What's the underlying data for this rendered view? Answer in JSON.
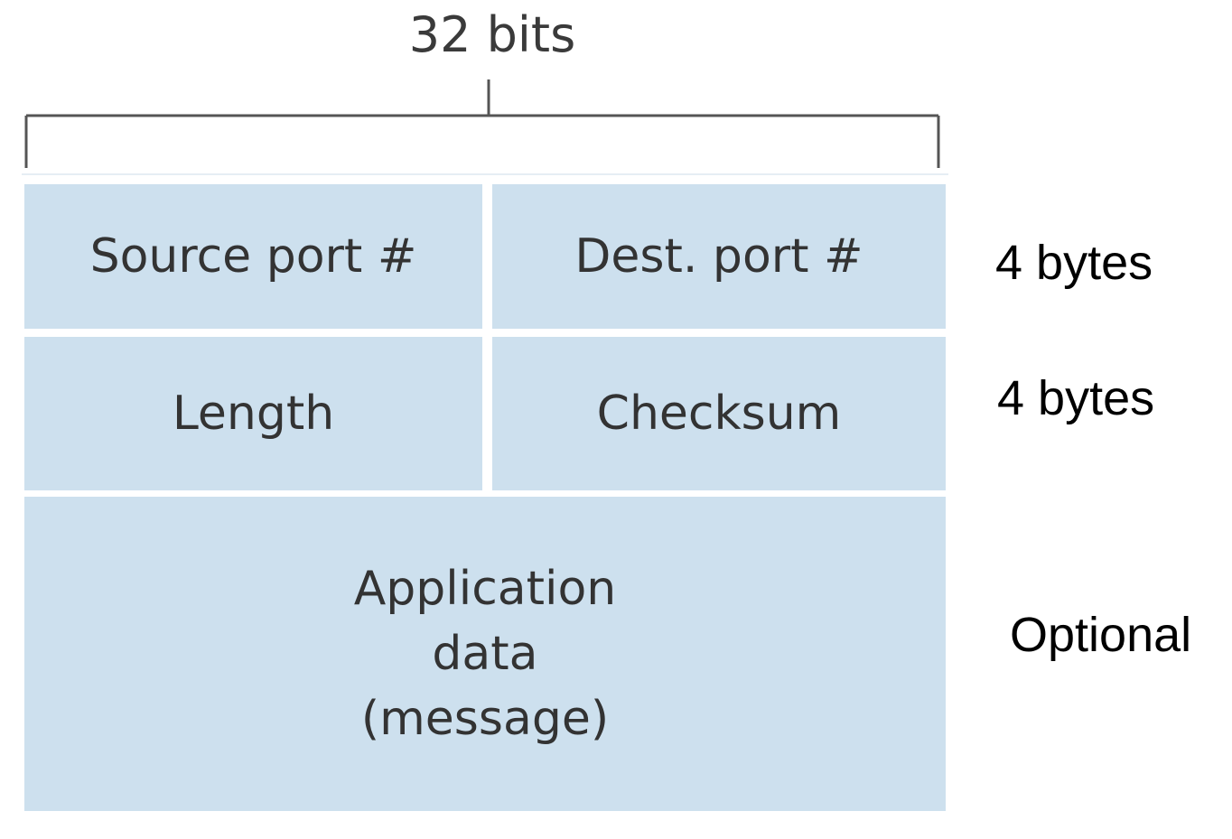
{
  "diagram": {
    "width_label": "32 bits",
    "fields": {
      "source_port": "Source port #",
      "dest_port": "Dest. port #",
      "length": "Length",
      "checksum": "Checksum",
      "payload_lines": [
        "Application",
        "data",
        "(message)"
      ]
    },
    "side_labels": {
      "row1": "4 bytes",
      "row2": "4 bytes",
      "row3": "Optional"
    },
    "colors": {
      "cell_fill": "#cde0ee",
      "cell_text": "#333333",
      "bracket": "#555555"
    }
  }
}
